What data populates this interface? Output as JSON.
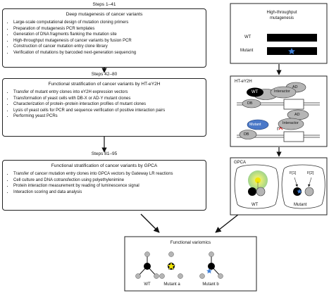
{
  "left_column": {
    "blocks": [
      {
        "step_label": "Steps 1–41",
        "title": "Deep mutagenesis of cancer variants",
        "items": [
          "Large-scale computational design of mutation cloning primers",
          "Preparation of mutagenesis PCR templates",
          "Generation of DNA fragments flanking the mutation site",
          "High-throughput mutagenesis of cancer variants by fusion PCR",
          "Construction of cancer mutation entry clone library",
          "Verification of mutations by barcoded next-generation sequencing"
        ]
      },
      {
        "step_label": "Steps 42–80",
        "title": "Functional stratification of cancer variants by HT-eY2H",
        "items": [
          "Transfer of mutant entry clones into eY2H expression vectors",
          "Transformation of yeast cells with DB-X or AD-Y mutant clones",
          "Characterization of protein–protein interaction profiles of mutant clones",
          "Lysis of yeast cells for PCR and sequence verification of positive interaction pairs",
          "Performing yeast PCRs"
        ]
      },
      {
        "step_label": "Steps 81–95",
        "title": "Functional stratification of cancer variants by GPCA",
        "items": [
          "Transfer of cancer mutation entry clones into GPCA vectors by Gateway LR reactions",
          "Cell culture and DNA cotransfection using polyethylenimine",
          "Protein interaction measurement by reading of luminescence signal",
          "Interaction scoring and data analysis"
        ]
      }
    ]
  },
  "right_column": {
    "mutagenesis": {
      "title": "High-throughput mutagenesis",
      "wt_label": "WT",
      "mutant_label": "Mutant"
    },
    "hteY2H": {
      "title": "HT-eY2H",
      "wt_protein": "WT",
      "interactor_top": "Interactor",
      "ad_top": "AD",
      "db_top": "DB",
      "mutant_protein": "Mutant",
      "interactor_bottom": "Interactor",
      "ad_bottom": "AD",
      "db_bottom": "DB"
    },
    "gpca": {
      "title": "GPCA",
      "wt_label": "WT",
      "mutant_label": "Mutant",
      "f1_label": "F[1]",
      "f2_label": "F[2]"
    }
  },
  "variomics": {
    "title": "Functional variomics",
    "labels": [
      "WT",
      "Mutant a",
      "Mutant b"
    ]
  },
  "colors": {
    "mutation_star": "#3f7fd6",
    "mutant_protein": "#4a78c8",
    "luminescence": "#f2e600",
    "glow": "#a8d98a",
    "node_grey": "#b5b5b5"
  }
}
